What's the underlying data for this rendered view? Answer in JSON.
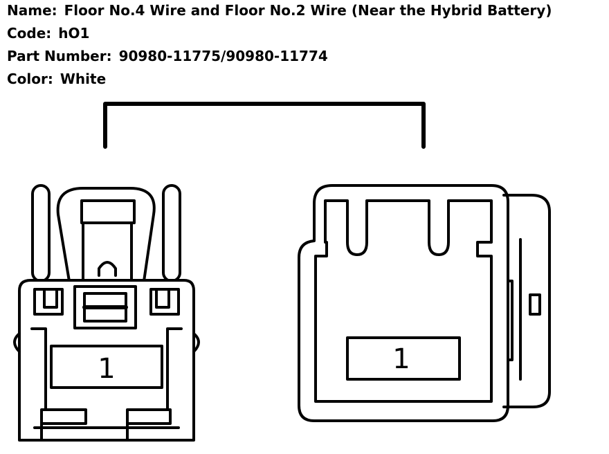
{
  "header": {
    "name_label": "Name:",
    "name_value": "Floor No.4 Wire and Floor No.2 Wire (Near the Hybrid Battery)",
    "code_label": "Code:",
    "code_value": "hO1",
    "part_label": "Part Number:",
    "part_value": "90980-11775/90980-11774",
    "color_label": "Color:",
    "color_value": "White"
  },
  "connectors": {
    "left_pin": "1",
    "right_pin": "1"
  }
}
